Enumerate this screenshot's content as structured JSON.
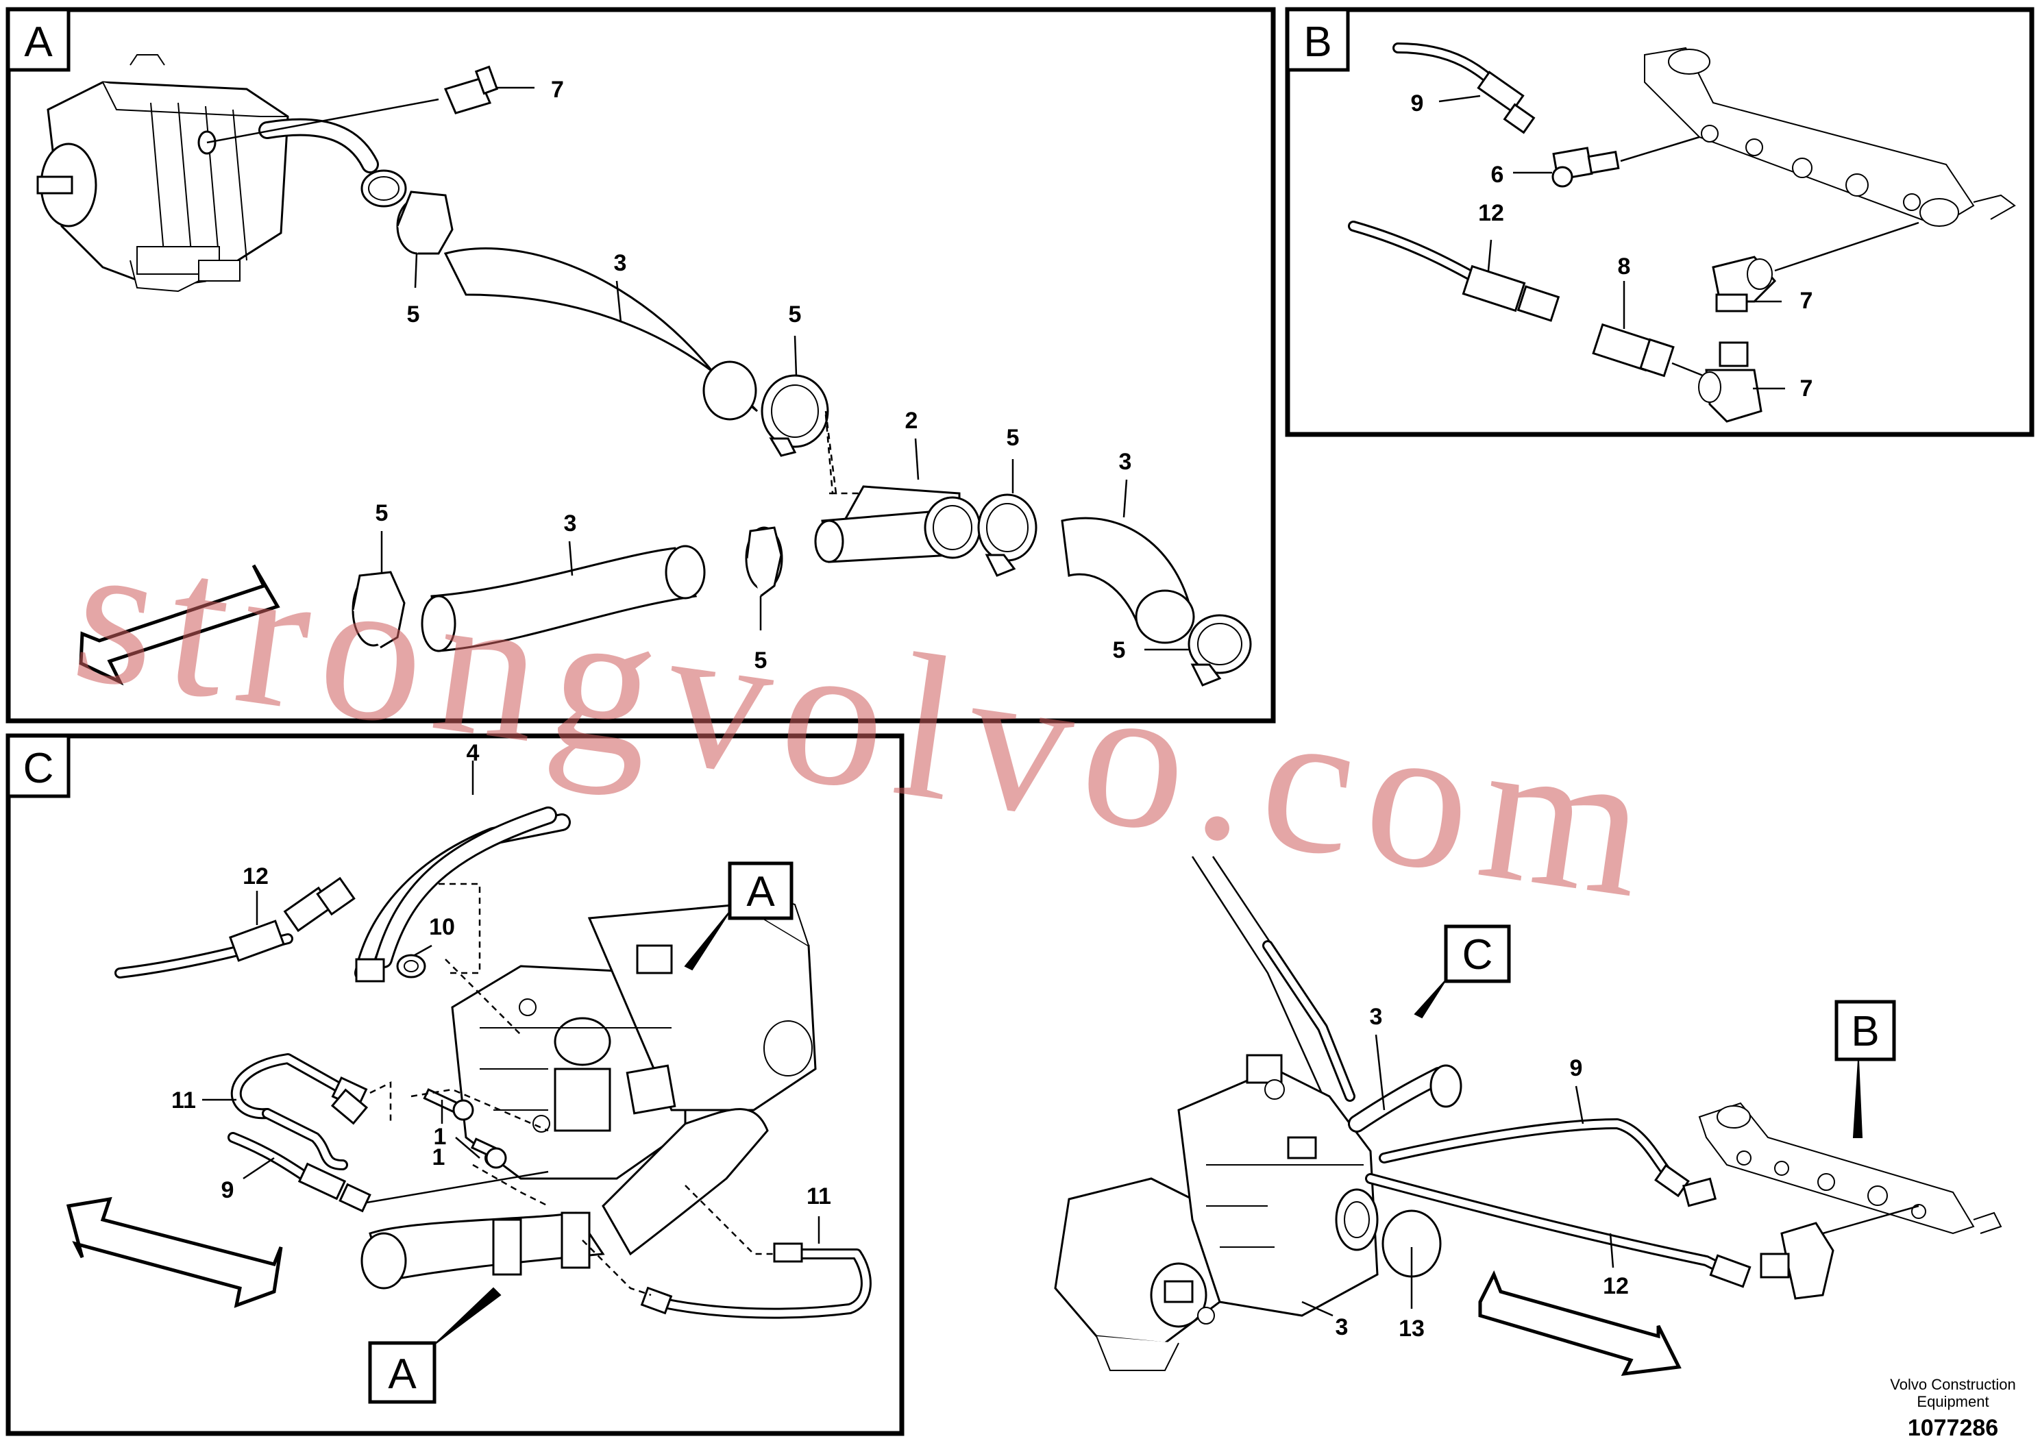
{
  "panels": {
    "A": {
      "tag": "A"
    },
    "B": {
      "tag": "B"
    },
    "C": {
      "tag": "C"
    }
  },
  "callouts": {
    "a_7": "7",
    "a_5_top": "5",
    "a_3_top": "3",
    "a_5_mid": "5",
    "a_2": "2",
    "a_5_right": "5",
    "a_3_right": "3",
    "a_5_left": "5",
    "a_3_low": "3",
    "a_5_low": "5",
    "a_5_end": "5",
    "b_9": "9",
    "b_6": "6",
    "b_12": "12",
    "b_8": "8",
    "b_7_top": "7",
    "b_7_bot": "7",
    "c_12": "12",
    "c_10": "10",
    "c_11_left": "11",
    "c_1_a": "1",
    "c_1_b": "1",
    "c_9": "9",
    "c_11_right": "11",
    "c_top": "4",
    "o_3_top": "3",
    "o_9": "9",
    "o_12": "12",
    "o_13": "13",
    "o_3_bot": "3"
  },
  "refs": {
    "c_ref_a_top": "A",
    "c_ref_a_bottom": "A",
    "o_ref_c": "C",
    "o_ref_b": "B"
  },
  "footer": {
    "brand_line1": "Volvo Construction",
    "brand_line2": "Equipment",
    "doc_number": "1077286"
  },
  "watermark": "strongvolvo.com",
  "colors": {
    "watermark": "#cd5c5c",
    "ink": "#000000",
    "paper": "#ffffff"
  }
}
